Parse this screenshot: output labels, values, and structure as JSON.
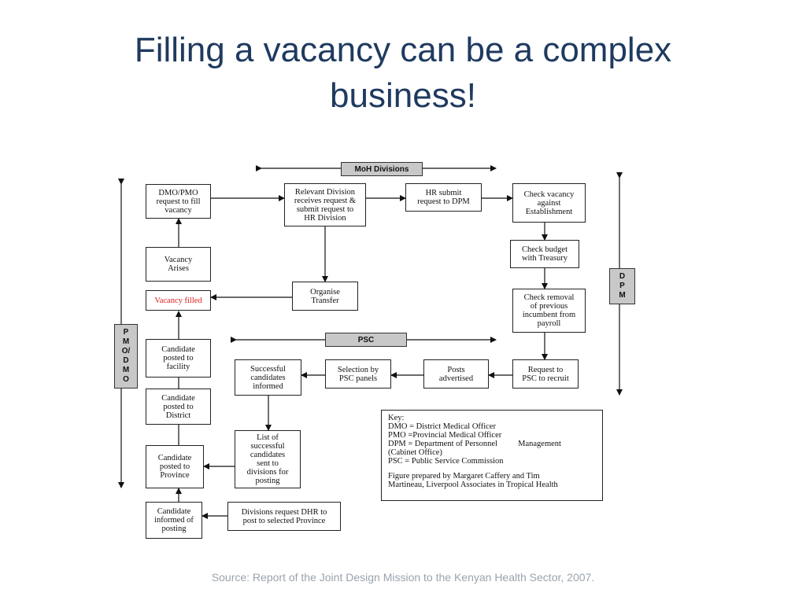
{
  "slide": {
    "title": "Filling a vacancy can be a complex\nbusiness!",
    "source": "Source:  Report of the Joint Design Mission to the Kenyan Health Sector, 2007."
  },
  "diagram": {
    "bands": {
      "moh": "MoH Divisions",
      "psc": "PSC",
      "pmo_dmo": "P\nM\nO/\nD\nM\nO",
      "dpm": "D\nP\nM"
    },
    "boxes": {
      "dmo_request": "DMO/PMO\nrequest to fill\nvacancy",
      "vacancy_arises": "Vacancy\nArises",
      "vacancy_filled": "Vacancy filled",
      "relevant_division": "Relevant Division\nreceives request &\nsubmit request to\nHR Division",
      "hr_submit": "HR submit\nrequest to DPM",
      "check_vacancy": "Check vacancy\nagainst\nEstablishment",
      "check_budget": "Check budget\nwith Treasury",
      "organise_transfer": "Organise\nTransfer",
      "check_removal": "Check removal\nof previous\nincumbent from\npayroll",
      "request_psc": "Request to\nPSC to recruit",
      "posts_advertised": "Posts\nadvertised",
      "selection_panels": "Selection by\nPSC panels",
      "successful_informed": "Successful\ncandidates\ninformed",
      "posted_facility": "Candidate\nposted to\nfacility",
      "posted_district": "Candidate\nposted to\nDistrict",
      "posted_province": "Candidate\nposted to\nProvince",
      "informed_posting": "Candidate\ninformed of\nposting",
      "list_successful": "List of\nsuccessful\ncandidates\nsent to\ndivisions for\nposting",
      "divisions_request": "Divisions request DHR to\npost to selected Province"
    },
    "key": {
      "heading": "Key:",
      "dmo": "DMO = District Medical Officer",
      "pmo": "PMO =Provincial Medical Officer",
      "dpm": "DPM = Department of Personnel          Management",
      "dpm_cont": "(Cabinet Office)",
      "psc": "PSC = Public Service Commission",
      "credit_1": "Figure prepared by Margaret Caffery and Tim",
      "credit_2": "Martineau, Liverpool Associates in Tropical Health"
    }
  },
  "colors": {
    "title": "#1f3a5f",
    "source": "#9aa3ad",
    "band_fill": "#c8c8c8",
    "highlight_text": "#e02020"
  }
}
